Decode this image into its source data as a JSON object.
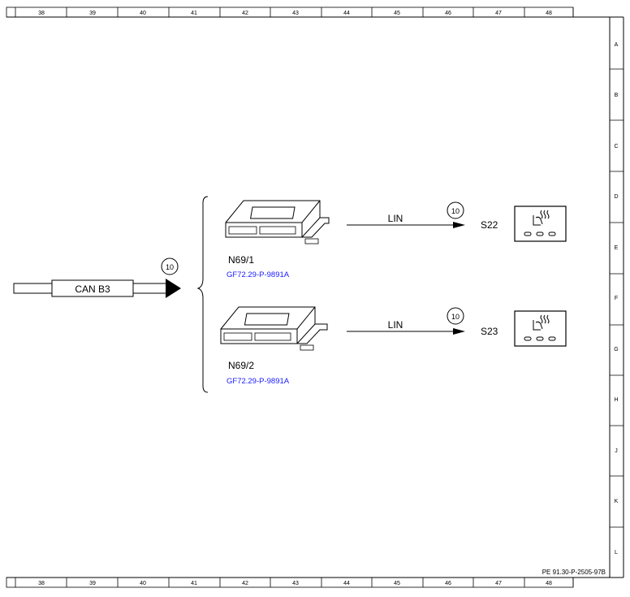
{
  "columns": [
    "38",
    "39",
    "40",
    "41",
    "42",
    "43",
    "44",
    "45",
    "46",
    "47",
    "48"
  ],
  "rows": [
    "A",
    "B",
    "C",
    "D",
    "E",
    "F",
    "G",
    "H",
    "J",
    "K",
    "L"
  ],
  "bus": {
    "label": "CAN B3",
    "ref": "10"
  },
  "modules": [
    {
      "id": "N69/1",
      "doc_link": "GF72.29-P-9891A",
      "connection": "LIN",
      "ref": "10",
      "switch_id": "S22"
    },
    {
      "id": "N69/2",
      "doc_link": "GF72.29-P-9891A",
      "connection": "LIN",
      "ref": "10",
      "switch_id": "S23"
    }
  ],
  "doc_number": "PE 91.30-P-2505-97B"
}
